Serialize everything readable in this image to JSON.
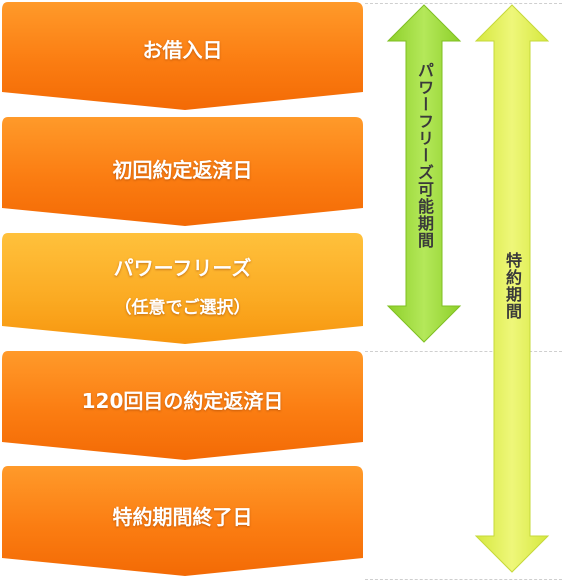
{
  "steps": [
    {
      "label": "お借入日"
    },
    {
      "label": "初回約定返済日"
    },
    {
      "label": "パワーフリーズ",
      "sub": "（任意でご選択）"
    },
    {
      "label": "120回目の約定返済日"
    },
    {
      "label": "特約期間終了日"
    }
  ],
  "periods": {
    "powerfreeze": {
      "label": "パワーフリーズ可能期間",
      "color": "#9edc3c"
    },
    "special": {
      "label": "特約期間",
      "color": "#e2ef5c"
    }
  },
  "colors": {
    "step_orange": "#fb7d12",
    "step_highlight": "#fbb02a"
  }
}
